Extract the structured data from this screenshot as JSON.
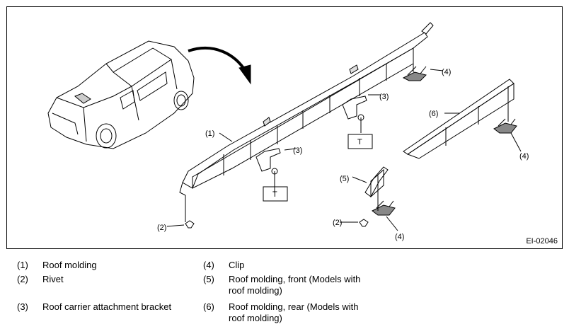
{
  "diagram": {
    "callouts": {
      "c1": "(1)",
      "c2a": "(2)",
      "c2b": "(2)",
      "c3a": "(3)",
      "c3b": "(3)",
      "c4a": "(4)",
      "c4b": "(4)",
      "c4c": "(4)",
      "c5": "(5)",
      "c6": "(6)",
      "t1": "T",
      "t2": "T"
    },
    "figure_code": "EI-02046"
  },
  "legend": [
    {
      "num": "(1)",
      "text": "Roof molding"
    },
    {
      "num": "(2)",
      "text": "Rivet"
    },
    {
      "num": "(3)",
      "text": "Roof carrier attachment bracket"
    },
    {
      "num": "(4)",
      "text": "Clip"
    },
    {
      "num": "(5)",
      "text": "Roof molding, front (Models with",
      "text2": "roof molding)"
    },
    {
      "num": "(6)",
      "text": "Roof molding, rear (Models with",
      "text2": "roof molding)"
    }
  ]
}
